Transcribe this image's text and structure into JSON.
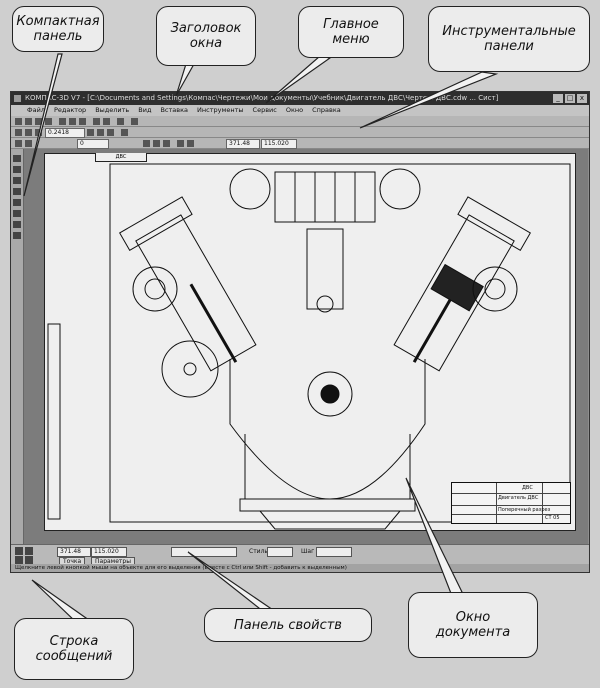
{
  "callouts": {
    "compact_panel": "Компактная\nпанель",
    "window_title": "Заголовок\nокна",
    "main_menu": "Главное\nменю",
    "toolbars": "Инструментальные\nпанели",
    "message_line": "Строка\nсообщений",
    "properties_panel": "Панель свойств",
    "document_window": "Окно\nдокумента"
  },
  "window": {
    "title": "КОМПАС-3D V7 - [C:\\Documents and Settings\\Компас\\Чертежи\\Мои документы\\Учебник\\Двигатель ДВС\\Чертеж ДВС.cdw ... Сист]",
    "controls": [
      "_",
      "□",
      "x"
    ]
  },
  "menu": {
    "items": [
      "Файл",
      "Редактор",
      "Выделить",
      "Вид",
      "Вставка",
      "Инструменты",
      "Сервис",
      "Окно",
      "Справка"
    ]
  },
  "toolbar": {
    "scale": "0.2418",
    "layer": "0",
    "coord_x": "371.48",
    "coord_y": "115.020"
  },
  "document": {
    "sheet_tab": "ДВС",
    "stamp_title": "Двигатель ДВС",
    "stamp_name": "Поперечный разрез",
    "stamp_mark": "ДВС",
    "stamp_code": "СТ 05"
  },
  "properties": {
    "point_x": "371.48",
    "point_y": "115.020",
    "tab_point": "Точка",
    "tab_params": "Параметры",
    "style_label": "Стиль",
    "step_label": "Шаг"
  },
  "status": {
    "message": "Щелкните левой кнопкой мыши на объекте для его выделения (вместе с Ctrl или Shift - добавить к выделенным)"
  }
}
